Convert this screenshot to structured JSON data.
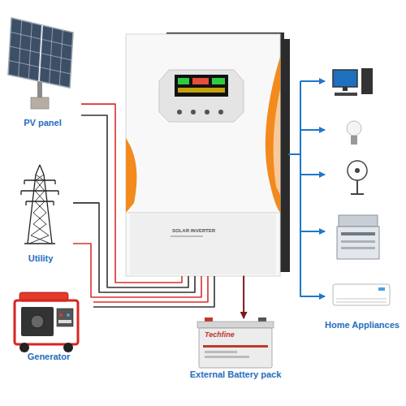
{
  "diagram": {
    "nodes": [
      {
        "text": [
          "PV panel"
        ]
      },
      {
        "text": [
          "Utility"
        ]
      },
      {
        "text": [
          "Generator"
        ]
      },
      {
        "text": [
          "SOLAR INVERTER"
        ]
      },
      {
        "text": [
          "Techfine",
          "External Battery pack"
        ]
      },
      {
        "text": [
          "Home Appliances"
        ]
      }
    ],
    "edges": [
      {
        "from": 0,
        "to": 3,
        "arrow": "none"
      },
      {
        "from": 0,
        "to": 3,
        "arrow": "none"
      },
      {
        "from": 1,
        "to": 3,
        "arrow": "none"
      },
      {
        "from": 1,
        "to": 3,
        "arrow": "none"
      },
      {
        "from": 2,
        "to": 3,
        "arrow": "none"
      },
      {
        "from": 2,
        "to": 3,
        "arrow": "none"
      },
      {
        "from": 3,
        "to": 4,
        "arrow": "to"
      },
      {
        "from": 3,
        "to": 5,
        "arrow": "to"
      }
    ]
  }
}
